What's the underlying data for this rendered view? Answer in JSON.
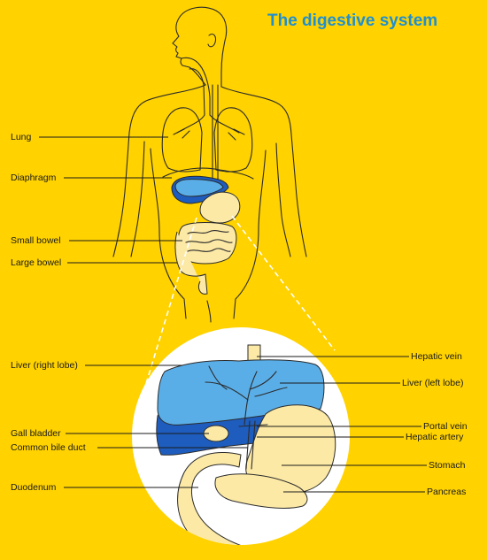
{
  "title": "The digestive system",
  "labels": {
    "lung": "Lung",
    "diaphragm": "Diaphragm",
    "small_bowel": "Small bowel",
    "large_bowel": "Large bowel",
    "liver_right": "Liver (right lobe)",
    "gall_bladder": "Gall bladder",
    "common_bile_duct": "Common bile duct",
    "duodenum": "Duodenum",
    "hepatic_vein": "Hepatic vein",
    "liver_left": "Liver (left lobe)",
    "portal_vein": "Portal vein",
    "hepatic_artery": "Hepatic artery",
    "stomach": "Stomach",
    "pancreas": "Pancreas"
  },
  "colors": {
    "background": "#FFD200",
    "title": "#1F8FCF",
    "liver_light": "#5AAEE8",
    "liver_dark": "#1E5DBE",
    "organ_cream": "#FCE9A6",
    "zoom_circle": "#FFFFFF",
    "line": "#2B2B2B"
  }
}
